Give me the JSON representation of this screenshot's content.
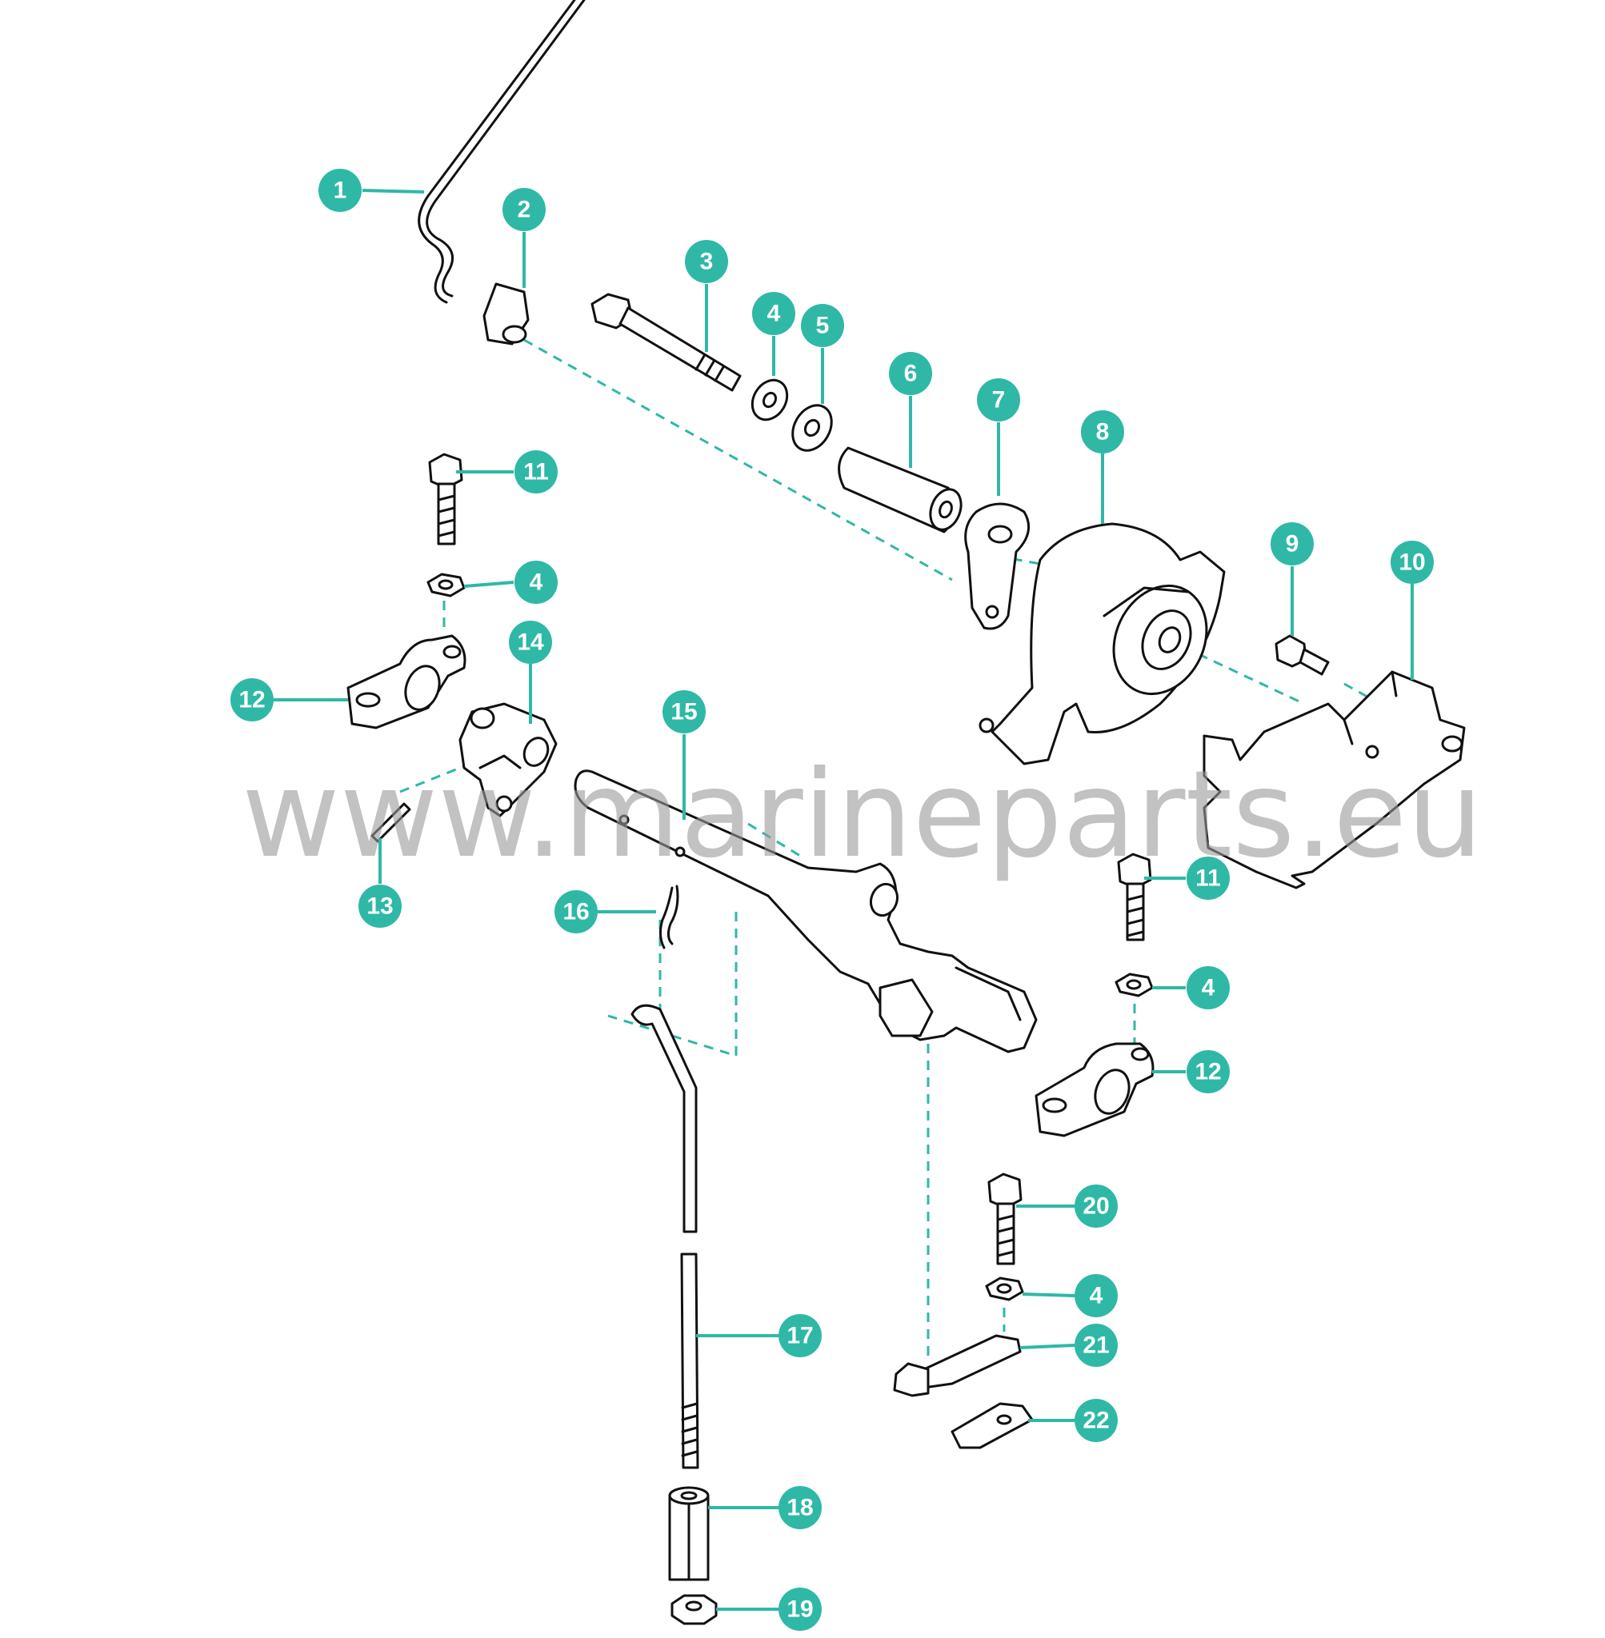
{
  "watermark": "www.marineparts.eu",
  "colors": {
    "callout": "#2fb8a6",
    "line": "#111111"
  },
  "callouts": [
    {
      "id": "c1",
      "label": "1"
    },
    {
      "id": "c2",
      "label": "2"
    },
    {
      "id": "c3",
      "label": "3"
    },
    {
      "id": "c4a",
      "label": "4"
    },
    {
      "id": "c5",
      "label": "5"
    },
    {
      "id": "c6",
      "label": "6"
    },
    {
      "id": "c7",
      "label": "7"
    },
    {
      "id": "c8",
      "label": "8"
    },
    {
      "id": "c9",
      "label": "9"
    },
    {
      "id": "c10",
      "label": "10"
    },
    {
      "id": "c11a",
      "label": "11"
    },
    {
      "id": "c4b",
      "label": "4"
    },
    {
      "id": "c14",
      "label": "14"
    },
    {
      "id": "c12a",
      "label": "12"
    },
    {
      "id": "c15",
      "label": "15"
    },
    {
      "id": "c13",
      "label": "13"
    },
    {
      "id": "c16",
      "label": "16"
    },
    {
      "id": "c11b",
      "label": "11"
    },
    {
      "id": "c4c",
      "label": "4"
    },
    {
      "id": "c12b",
      "label": "12"
    },
    {
      "id": "c20",
      "label": "20"
    },
    {
      "id": "c4d",
      "label": "4"
    },
    {
      "id": "c21",
      "label": "21"
    },
    {
      "id": "c22",
      "label": "22"
    },
    {
      "id": "c17",
      "label": "17"
    },
    {
      "id": "c18",
      "label": "18"
    },
    {
      "id": "c19",
      "label": "19"
    }
  ]
}
